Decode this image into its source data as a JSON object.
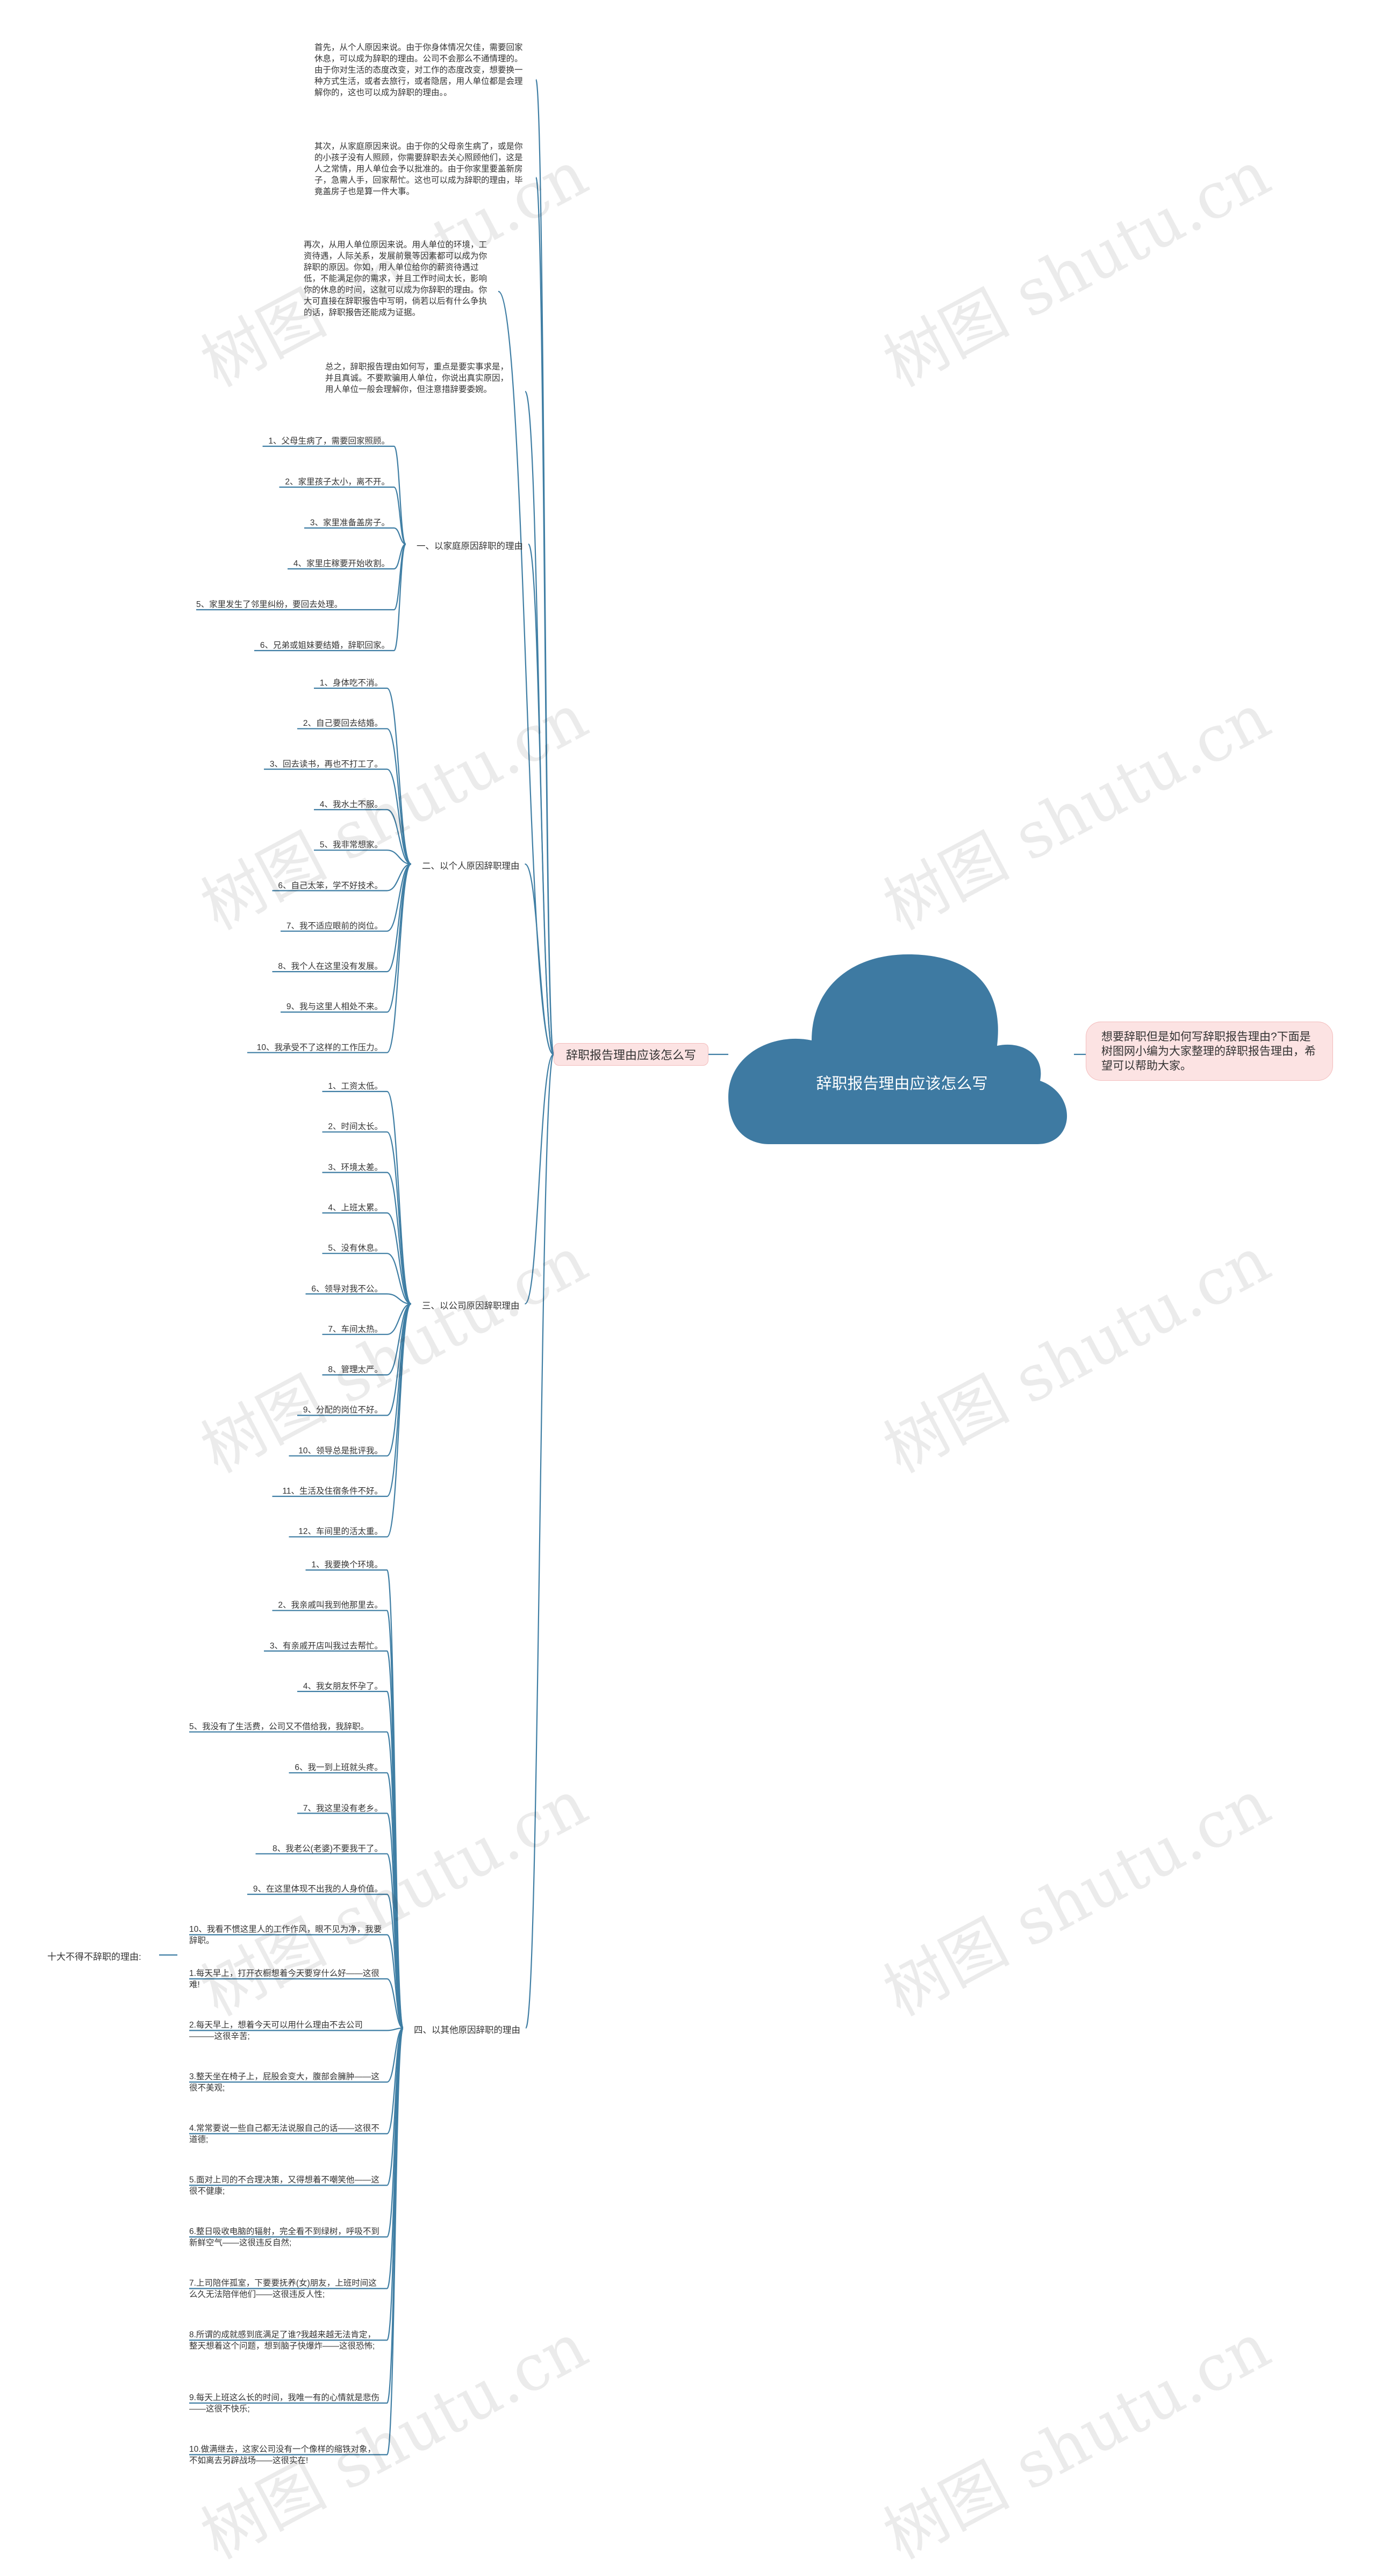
{
  "root": {
    "title": "辞职报告理由应该怎么写"
  },
  "description": "想要辞职但是如何写辞职报告理由?下面是树图网小编为大家整理的辞职报告理由，希望可以帮助大家。",
  "main_branch": "辞职报告理由应该怎么写",
  "paragraphs": [
    "首先，从个人原因来说。由于你身体情况欠佳，需要回家休息，可以成为辞职的理由。公司不会那么不通情理的。由于你对生活的态度改变，对工作的态度改变，想要换一种方式生活，或者去旅行，或者隐居，用人单位都是会理解你的，这也可以成为辞职的理由。。",
    "其次，从家庭原因来说。由于你的父母亲生病了，或是你的小孩子没有人照顾，你需要辞职去关心照顾他们，这是人之常情，用人单位会予以批准的。由于你家里要盖新房子，急需人手，回家帮忙。这也可以成为辞职的理由，毕竟盖房子也是算一件大事。",
    "再次，从用人单位原因来说。用人单位的环境，工资待遇，人际关系，发展前景等因素都可以成为你辞职的原因。你如，用人单位给你的薪资待遇过低，不能满足你的需求，并且工作时间太长，影响你的休息的时间，这就可以成为你辞职的理由。你大可直接在辞职报告中写明，倘若以后有什么争执的话，辞职报告还能成为证据。",
    "总之，辞职报告理由如何写，重点是要实事求是，并且真诚。不要欺骗用人单位，你说出真实原因，用人单位一般会理解你，但注意措辞要委婉。"
  ],
  "groups": [
    {
      "label": "一、以家庭原因辞职的理由",
      "items": [
        "1、父母生病了，需要回家照顾。",
        "2、家里孩子太小，离不开。",
        "3、家里准备盖房子。",
        "4、家里庄稼要开始收割。",
        "5、家里发生了邻里纠纷，要回去处理。",
        "6、兄弟或姐妹要结婚，辞职回家。"
      ]
    },
    {
      "label": "二、以个人原因辞职理由",
      "items": [
        "1、身体吃不消。",
        "2、自己要回去结婚。",
        "3、回去读书，再也不打工了。",
        "4、我水土不服。",
        "5、我非常想家。",
        "6、自己太笨，学不好技术。",
        "7、我不适应眼前的岗位。",
        "8、我个人在这里没有发展。",
        "9、我与这里人相处不来。",
        "10、我承受不了这样的工作压力。"
      ]
    },
    {
      "label": "三、以公司原因辞职理由",
      "items": [
        "1、工资太低。",
        "2、时间太长。",
        "3、环境太差。",
        "4、上班太累。",
        "5、没有休息。",
        "6、领导对我不公。",
        "7、车间太热。",
        "8、管理太严。",
        "9、分配的岗位不好。",
        "10、领导总是批评我。",
        "11、生活及住宿条件不好。",
        "12、车间里的活太重。"
      ]
    },
    {
      "label": "四、以其他原因辞职的理由",
      "items": [
        "1、我要换个环境。",
        "2、我亲戚叫我到他那里去。",
        "3、有亲戚开店叫我过去帮忙。",
        "4、我女朋友怀孕了。",
        "5、我没有了生活费，公司又不借给我，我辞职。",
        "6、我一到上班就头疼。",
        "7、我这里没有老乡。",
        "8、我老公(老婆)不要我干了。",
        "9、在这里体现不出我的人身价值。",
        "10、我看不惯这里人的工作作风，眼不见为净，我要辞职。"
      ],
      "sub_label": "十大不得不辞职的理由:",
      "sub_items": [
        "1.每天早上，打开衣橱想着今天要穿什么好——这很难!",
        "2.每天早上，想着今天可以用什么理由不去公司———这很辛苦;",
        "3.整天坐在椅子上，屁股会变大，腹部会臃肿——这很不美观;",
        "4.常常要说一些自己都无法说服自己的话——这很不道德;",
        "5.面对上司的不合理决策，又得想着不嘲笑他——这很不健康;",
        "6.整日吸收电脑的辐射，完全看不到绿树，呼吸不到新鲜空气——这很违反自然;",
        "7.上司陪伴孤室，下要要抚养(女)朋友，上班时间这么久无法陪伴他们——这很违反人性;",
        "8.所谓的成就感到底满足了谁?我越来越无法肯定，整天想着这个问题，想到脑子快爆炸——这很恐怖;",
        "9.每天上班这么长的时间，我唯一有的心情就是悲伤——这很不快乐;",
        "10.做满继去，这家公司没有一个像样的缩铁对象，不如离去另辟战场——这很实在!"
      ]
    }
  ],
  "watermark": "树图 shutu.cn",
  "colors": {
    "root": "#3e7aa2",
    "line": "#3f7ea4",
    "pink": "#fce3e3",
    "pink_border": "#f3bcbc"
  }
}
